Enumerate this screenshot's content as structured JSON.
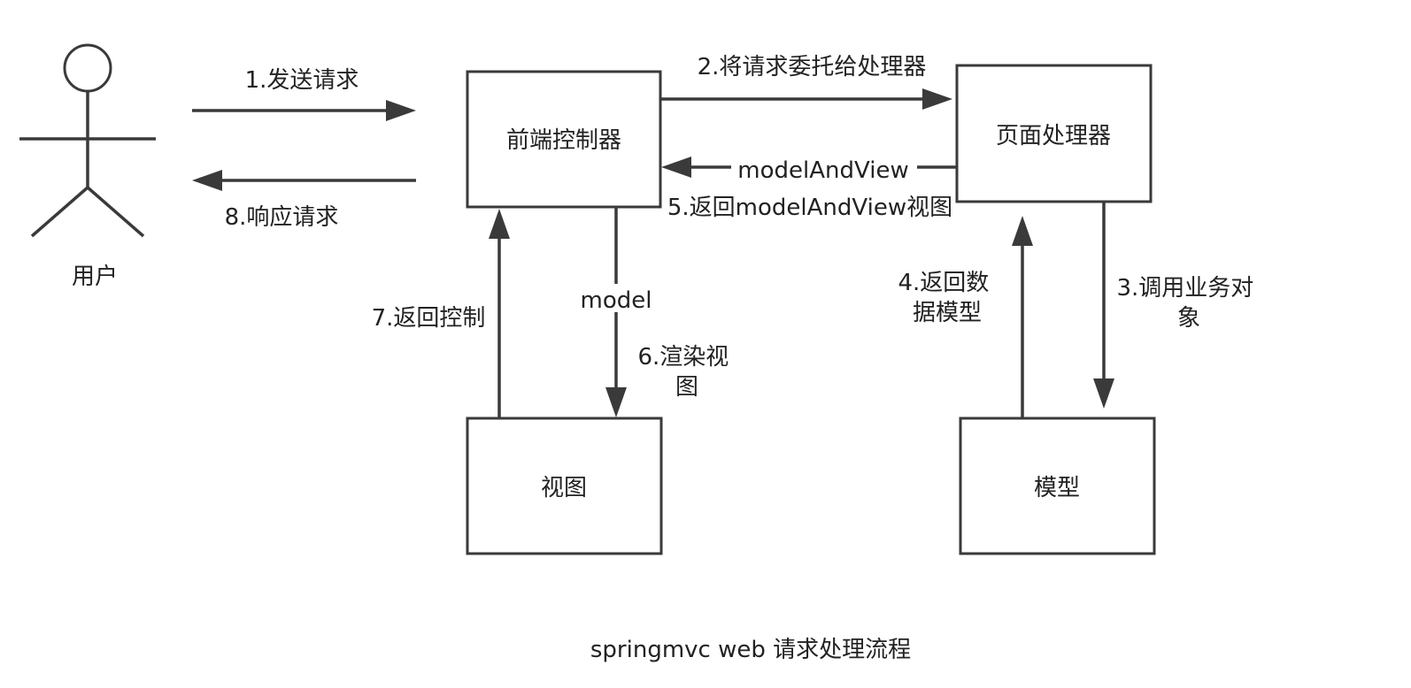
{
  "actor": {
    "label": "用户"
  },
  "nodes": {
    "front_controller": "前端控制器",
    "page_handler": "页面处理器",
    "view": "视图",
    "model": "模型"
  },
  "edges": {
    "send_request": "1.发送请求",
    "delegate": "2.将请求委托给处理器",
    "invoke_business": [
      "3.调用业务对",
      "象"
    ],
    "return_data": [
      "4.返回数",
      "据模型"
    ],
    "model_and_view": "modelAndView",
    "return_mav": "5.返回modelAndView视图",
    "render_view": [
      "6.渲染视",
      "图"
    ],
    "model": "model",
    "return_control": "7.返回控制",
    "response": "8.响应请求"
  },
  "caption": "springmvc web 请求处理流程"
}
